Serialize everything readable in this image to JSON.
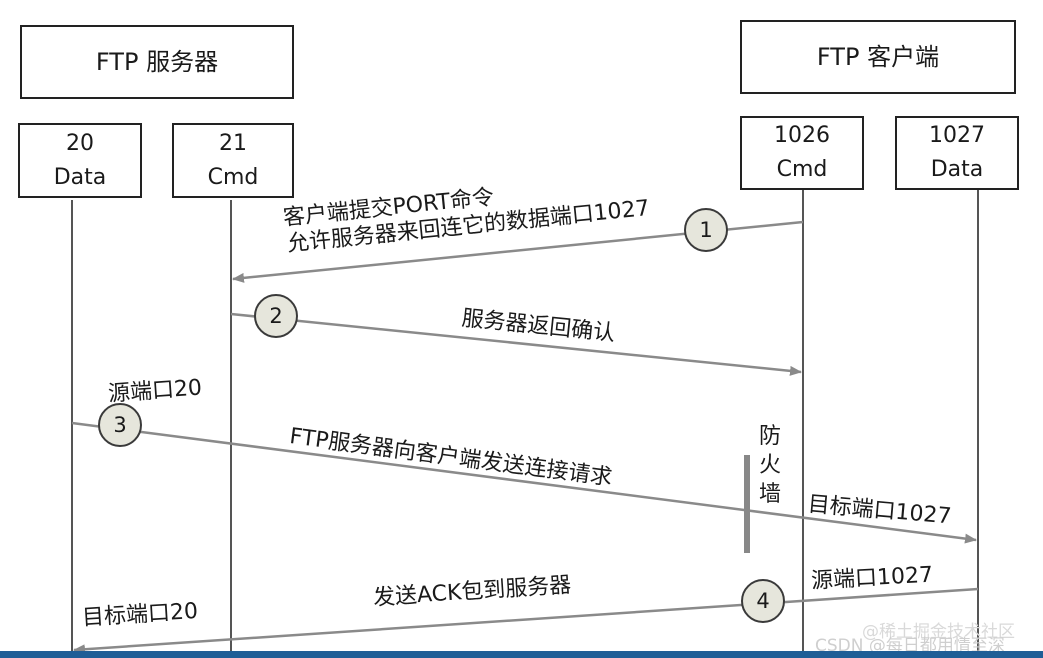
{
  "header": {
    "server_title": "FTP 服务器",
    "client_title": "FTP 客户端"
  },
  "ports": {
    "server_data": {
      "number": "20",
      "label": "Data"
    },
    "server_cmd": {
      "number": "21",
      "label": "Cmd"
    },
    "client_cmd": {
      "number": "1026",
      "label": "Cmd"
    },
    "client_data": {
      "number": "1027",
      "label": "Data"
    }
  },
  "steps": [
    {
      "num": "1",
      "lines": [
        "客户端提交PORT命令",
        "允许服务器来回连它的数据端口1027"
      ]
    },
    {
      "num": "2",
      "lines": [
        "服务器返回确认"
      ]
    },
    {
      "num": "3",
      "lines": [
        "FTP服务器向客户端发送连接请求"
      ],
      "source": "源端口20",
      "target": "目标端口1027"
    },
    {
      "num": "4",
      "lines": [
        "发送ACK包到服务器"
      ],
      "source": "源端口1027",
      "target": "目标端口20"
    }
  ],
  "firewall": {
    "chars": [
      "防",
      "火",
      "墙"
    ]
  },
  "watermark": {
    "line1": "@稀土掘金技术社区",
    "line2": "CSDN @每日都用情至深"
  },
  "colors": {
    "arrow": "#8a8a8a",
    "circle_fill": "#e6e6dc",
    "firewall": "#888888",
    "bar": "#1f5e96"
  }
}
